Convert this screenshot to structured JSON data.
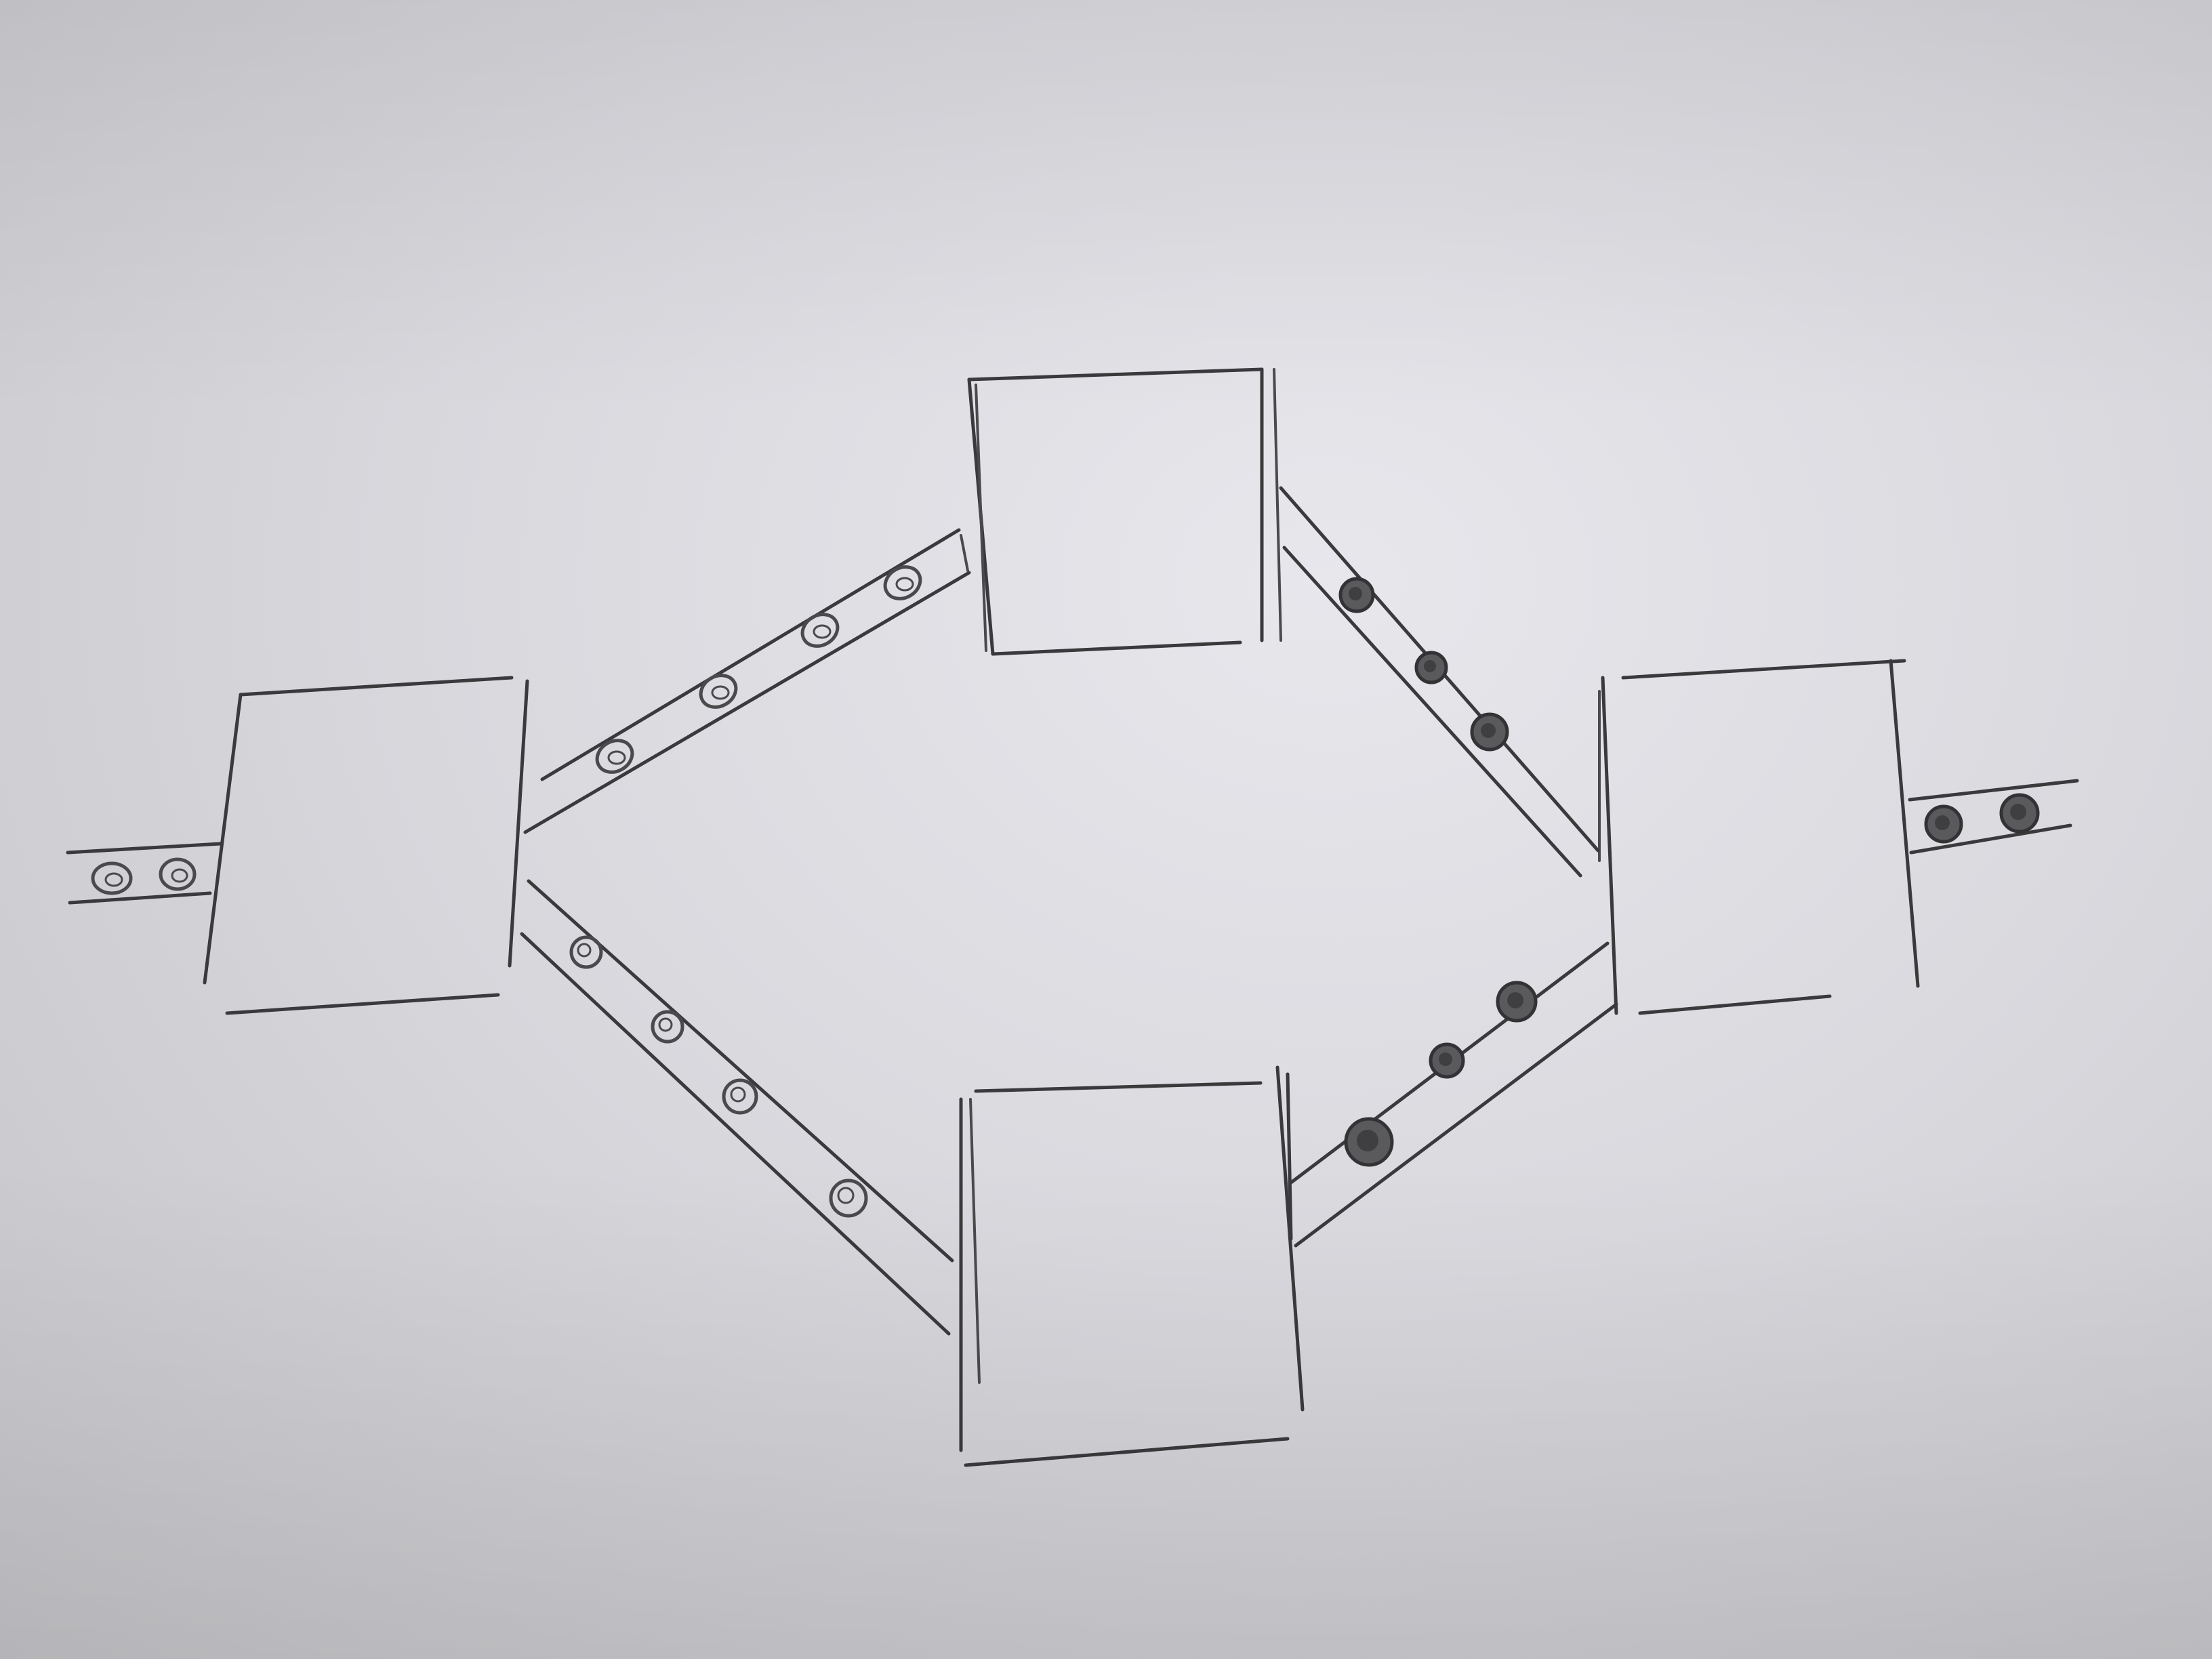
{
  "diagram": {
    "kind": "hand-drawn pencil sketch",
    "colors": {
      "paper": "#dcdce1",
      "pencil": "#3a3a3c"
    },
    "nodes": [
      {
        "id": "source-box"
      },
      {
        "id": "upper-box"
      },
      {
        "id": "lower-box"
      },
      {
        "id": "sink-box"
      }
    ],
    "conveyors": [
      {
        "id": "input-belt",
        "from": "outside",
        "to": "source-box",
        "items": 2,
        "item_style": "hollow"
      },
      {
        "id": "upper-left-belt",
        "from": "source-box",
        "to": "upper-box",
        "items": 4,
        "item_style": "hollow"
      },
      {
        "id": "lower-left-belt",
        "from": "source-box",
        "to": "lower-box",
        "items": 4,
        "item_style": "hollow"
      },
      {
        "id": "upper-right-belt",
        "from": "upper-box",
        "to": "sink-box",
        "items": 3,
        "item_style": "filled"
      },
      {
        "id": "lower-right-belt",
        "from": "lower-box",
        "to": "sink-box",
        "items": 3,
        "item_style": "filled"
      },
      {
        "id": "output-belt",
        "from": "sink-box",
        "to": "outside",
        "items": 2,
        "item_style": "filled"
      }
    ]
  }
}
